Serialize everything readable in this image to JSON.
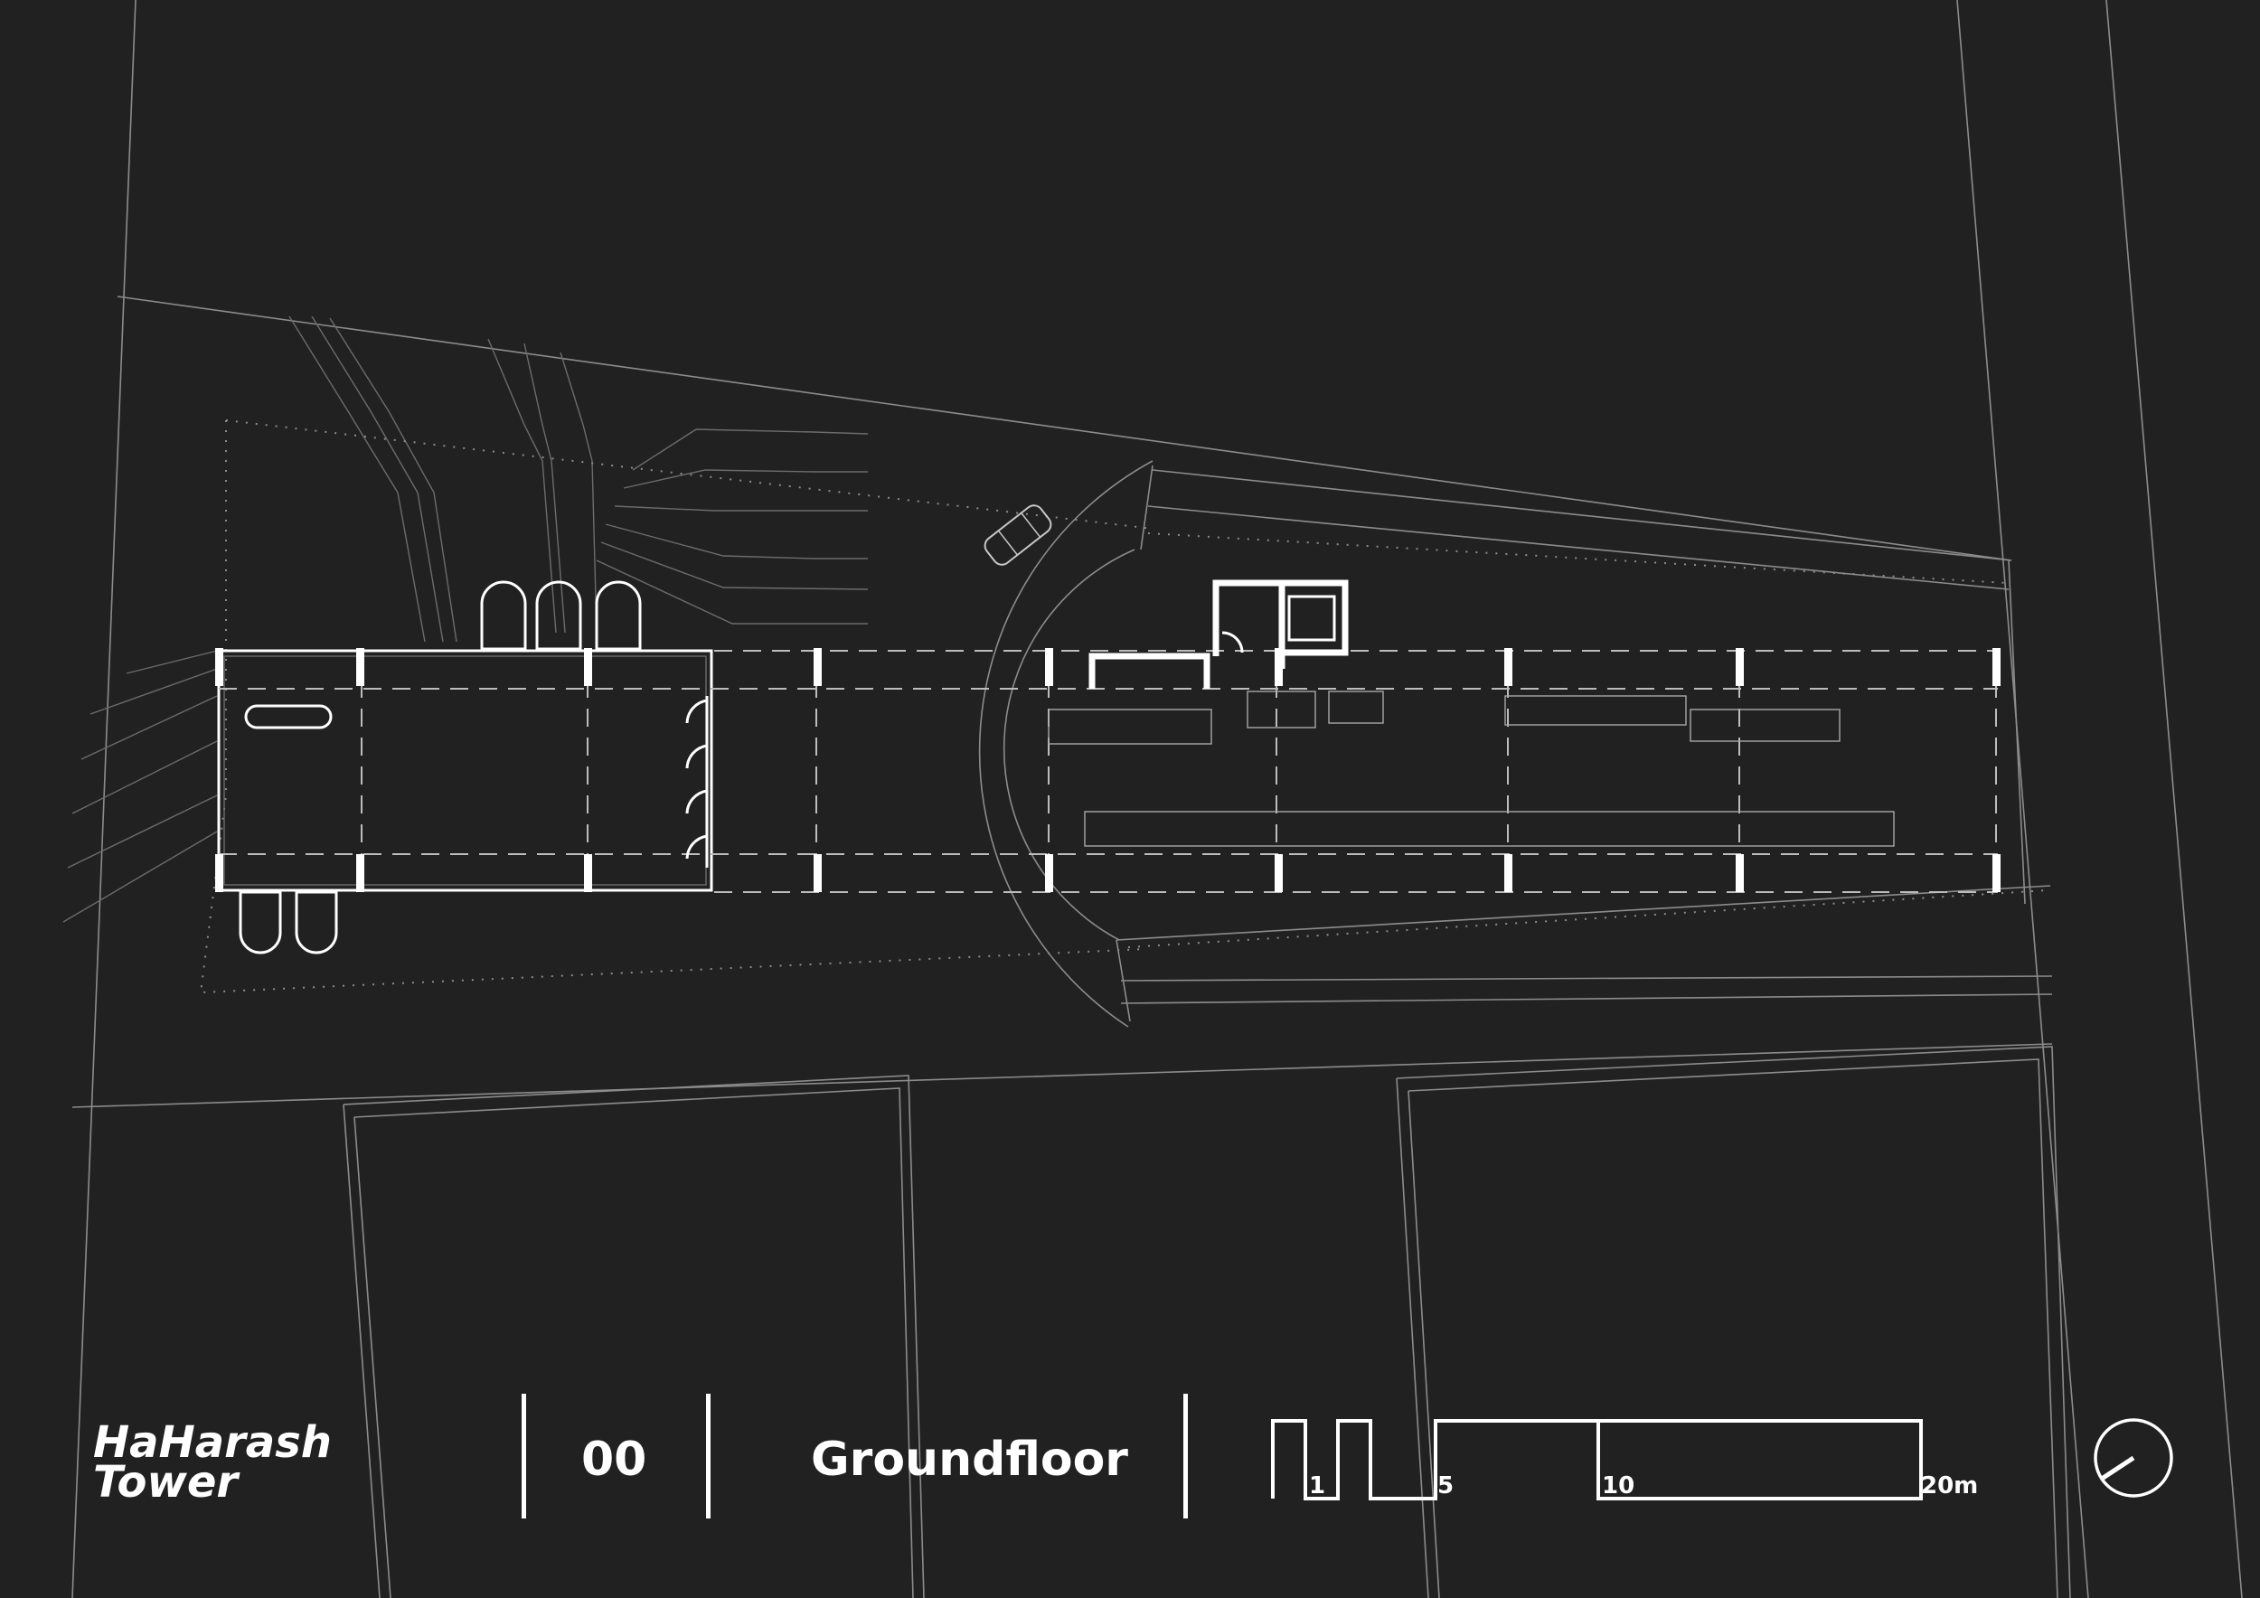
{
  "title_block": {
    "project_line1": "HaHarash",
    "project_line2": "Tower",
    "level_number": "00",
    "level_name": "Groundfloor"
  },
  "scale_bar": {
    "labels": [
      "1",
      "5",
      "10",
      "20m"
    ]
  },
  "north_arrow": {
    "icon": "north-arrow-icon"
  },
  "colors": {
    "background": "#212121",
    "linework": "#ffffff",
    "site_lines": "#8c8c8c"
  }
}
